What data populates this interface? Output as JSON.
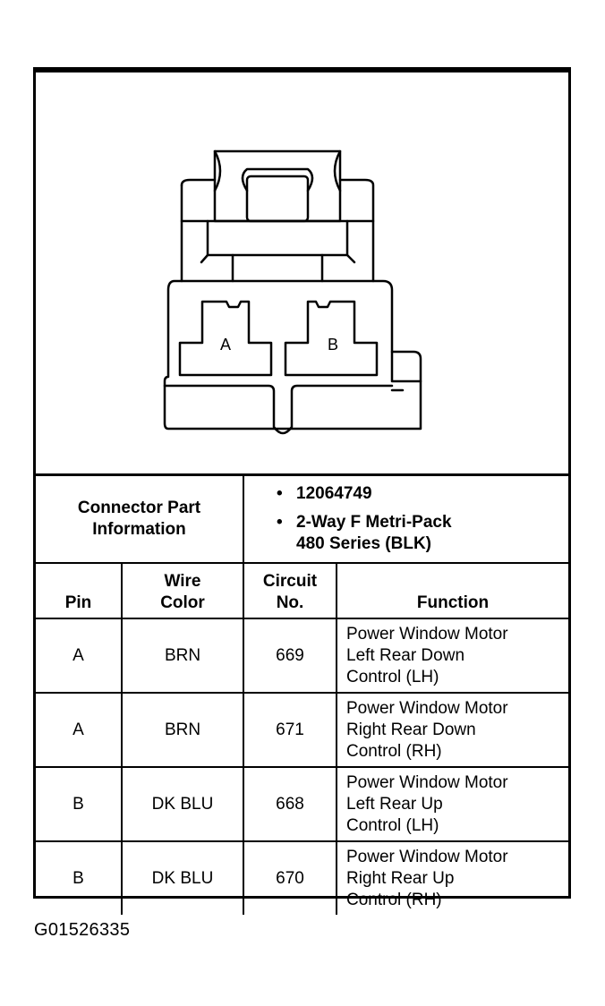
{
  "diagram": {
    "cavity_a_label": "A",
    "cavity_b_label": "B"
  },
  "connector_info": {
    "label_line1": "Connector Part",
    "label_line2": "Information",
    "part_number": "12064749",
    "description_line1": "2-Way F Metri-Pack",
    "description_line2": "480 Series (BLK)"
  },
  "table": {
    "headers": {
      "pin": "Pin",
      "wire_color_line1": "Wire",
      "wire_color_line2": "Color",
      "circuit_line1": "Circuit",
      "circuit_line2": "No.",
      "function": "Function"
    },
    "rows": [
      {
        "pin": "A",
        "wire_color": "BRN",
        "circuit": "669",
        "function": [
          "Power Window Motor",
          "Left Rear Down",
          "Control (LH)"
        ]
      },
      {
        "pin": "A",
        "wire_color": "BRN",
        "circuit": "671",
        "function": [
          "Power Window Motor",
          "Right Rear Down",
          "Control (RH)"
        ]
      },
      {
        "pin": "B",
        "wire_color": "DK BLU",
        "circuit": "668",
        "function": [
          "Power Window Motor",
          "Left Rear Up",
          "Control (LH)"
        ]
      },
      {
        "pin": "B",
        "wire_color": "DK BLU",
        "circuit": "670",
        "function": [
          "Power Window Motor",
          "Right Rear Up",
          "Control (RH)"
        ]
      }
    ]
  },
  "figure_id": "G01526335"
}
